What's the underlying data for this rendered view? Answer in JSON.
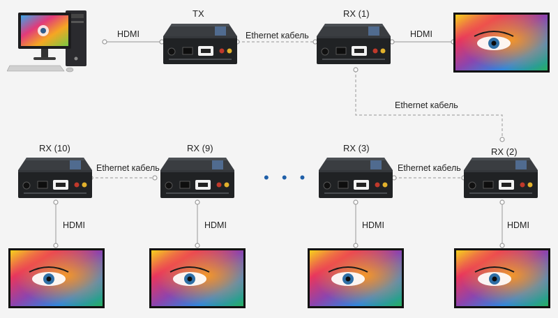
{
  "devices": {
    "tx": "TX",
    "rx1": "RX (1)",
    "rx2": "RX (2)",
    "rx3": "RX (3)",
    "rx9": "RX (9)",
    "rx10": "RX (10)"
  },
  "links": {
    "hdmi": "HDMI",
    "ethernet": "Ethernet кабель"
  },
  "ellipsis": "• • •",
  "colors": {
    "device_body": "#202224",
    "device_front": "#2b2e31",
    "wire": "#b3b3b3",
    "dots": "#1f5fa8"
  }
}
